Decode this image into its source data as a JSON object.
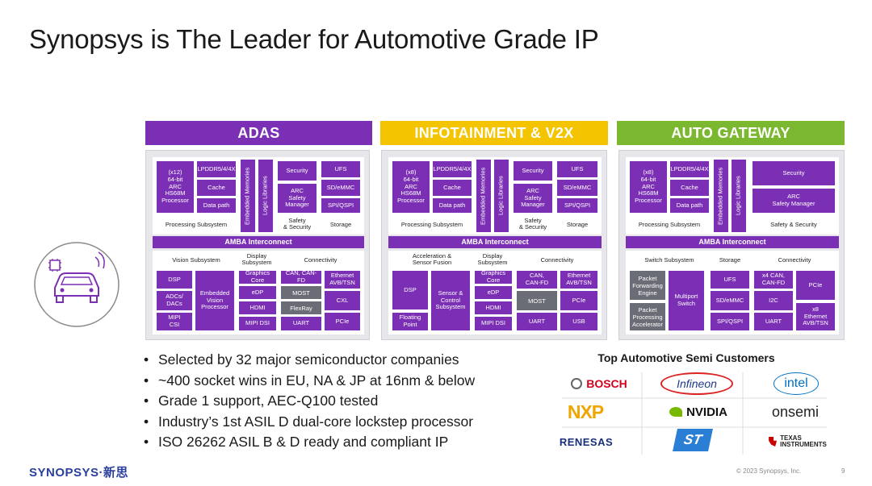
{
  "title": "Synopsys is The Leader for Automotive Grade IP",
  "colors": {
    "purple": "#7b2fb5",
    "adas_header": "#7b2fb5",
    "infotainment_header": "#f5c400",
    "gateway_header": "#7cb82f",
    "panel_bg": "#e7e7eb",
    "gray_block": "#6a6d76"
  },
  "icon": "connected-car-icon",
  "panels": {
    "adas": {
      "header": "ADAS",
      "proc": "(x12)\n64-bit\nARC\nHS68M\nProcessor",
      "lpddr": "LPDDR5/4/4X",
      "cache": "Cache",
      "datapath": "Data path",
      "emb_mem": "Embedded Memories",
      "logic": "Logic Libraries",
      "security": "Security",
      "arc_safety": "ARC\nSafety\nManager",
      "ufs": "UFS",
      "sd": "SD/eMMC",
      "spi": "SPI/QSPI",
      "proc_sub": "Processing Subsystem",
      "safety_lbl": "Safety\n& Security",
      "storage_lbl": "Storage",
      "amba": "AMBA Interconnect",
      "vision_sub": "Vision Subsystem",
      "display_sub": "Display\nSubsystem",
      "connectivity": "Connectivity",
      "dsp": "DSP",
      "adcs": "ADCs/\nDACs",
      "mipi_csi": "MIPI\nCSI",
      "emb_vision": "Embedded\nVision\nProcessor",
      "graphics": "Graphics Core",
      "edp": "eDP",
      "hdmi": "HDMI",
      "mipi_dsi": "MIPI DSI",
      "can": "CAN, CAN-FD",
      "most": "MOST",
      "flexray": "FlexRay",
      "uart": "UART",
      "ethernet": "Ethernet\nAVB/TSN",
      "cxl": "CXL",
      "pcie": "PCIe"
    },
    "infotainment": {
      "header": "INFOTAINMENT & V2X",
      "proc": "(x8)\n64-bit\nARC\nHS68M\nProcessor",
      "lpddr": "LPDDR5/4/4X",
      "cache": "Cache",
      "datapath": "Data path",
      "emb_mem": "Embedded Memories",
      "logic": "Logic Libraries",
      "security": "Security",
      "arc_safety": "ARC\nSafety\nManager",
      "ufs": "UFS",
      "sd": "SD/eMMC",
      "spi": "SPI/QSPI",
      "proc_sub": "Processing Subsystem",
      "safety_lbl": "Safety\n& Security",
      "storage_lbl": "Storage",
      "amba": "AMBA Interconnect",
      "accel_sub": "Acceleration &\nSensor Fusion",
      "display_sub": "Display\nSubsystem",
      "connectivity": "Connectivity",
      "dsp": "DSP",
      "floating": "Floating\nPoint",
      "sensor": "Sensor &\nControl\nSubsystem",
      "graphics": "Graphics Core",
      "edp": "eDP",
      "hdmi": "HDMI",
      "mipi_dsi": "MIPI DSI",
      "can": "CAN,\nCAN-FD",
      "most": "MOST",
      "uart": "UART",
      "ethernet": "Ethernet\nAVB/TSN",
      "pcie": "PCIe",
      "usb": "USB"
    },
    "gateway": {
      "header": "AUTO GATEWAY",
      "proc": "(x8)\n64-bit\nARC\nHS68M\nProcessor",
      "lpddr": "LPDDR5/4/4X",
      "cache": "Cache",
      "datapath": "Data path",
      "emb_mem": "Embedded Memories",
      "logic": "Logic Libraries",
      "security": "Security",
      "arc_safety": "ARC\nSafety Manager",
      "proc_sub": "Processing Subsystem",
      "safety_lbl": "Safety & Security",
      "amba": "AMBA Interconnect",
      "switch_sub": "Switch Subsystem",
      "storage_lbl": "Storage",
      "connectivity": "Connectivity",
      "packet_fwd": "Packet\nForwarding\nEngine",
      "packet_proc": "Packet\nProcessing\nAccelerator",
      "multiport": "Multiport\nSwitch",
      "ufs": "UFS",
      "sd": "SD/eMMC",
      "spi": "SPI/QSPI",
      "can": "x4 CAN,\nCAN-FD",
      "i2c": "I2C",
      "uart": "UART",
      "pcie": "PCIe",
      "ethernet": "x8\nEthernet\nAVB/TSN"
    }
  },
  "bullets": [
    "Selected by 32 major semiconductor companies",
    "~400 socket wins in EU, NA & JP at 16nm & below",
    "Grade 1 support, AEC-Q100 tested",
    "Industry’s 1st ASIL D dual-core lockstep processor",
    "ISO 26262 ASIL B & D ready and compliant IP"
  ],
  "customers_title": "Top Automotive Semi Customers",
  "customers": {
    "bosch": "BOSCH",
    "infineon": "Infineon",
    "intel": "intel",
    "nxp": "NXP",
    "nvidia": "NVIDIA",
    "onsemi": "onsemi",
    "renesas": "RENESAS",
    "st": "ST",
    "ti": "TEXAS\nINSTRUMENTS"
  },
  "footer": {
    "logo": "SYNOPSYS·新思",
    "copyright": "© 2023 Synopsys, Inc.",
    "page": "9"
  }
}
